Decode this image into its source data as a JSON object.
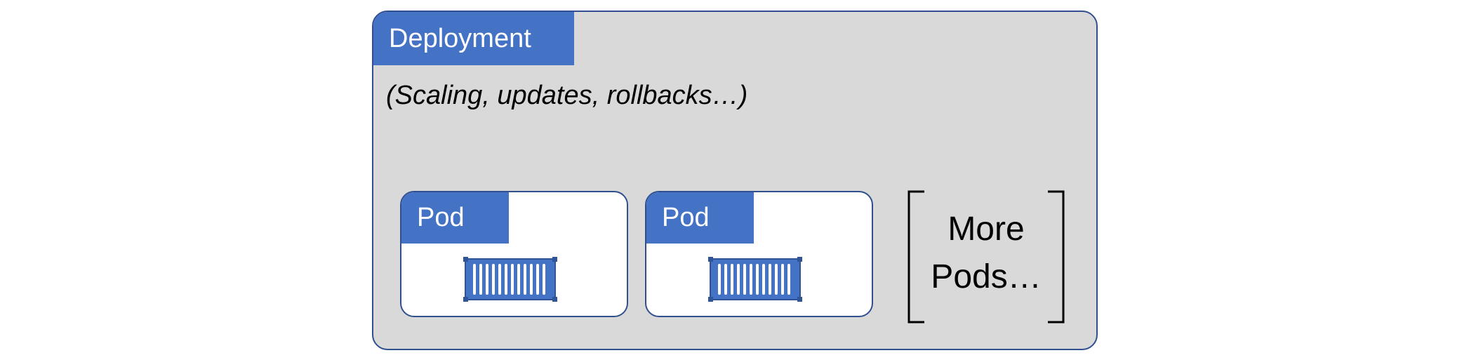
{
  "deployment": {
    "title": "Deployment",
    "subtitle": "(Scaling, updates, rollbacks…)"
  },
  "pods": [
    {
      "label": "Pod",
      "icon": "shipping-container-icon"
    },
    {
      "label": "Pod",
      "icon": "shipping-container-icon"
    }
  ],
  "more_pods": {
    "line1": "More",
    "line2": "Pods…"
  },
  "colors": {
    "accent": "#4472c4",
    "border": "#2f4f8f",
    "background": "#d9d9d9"
  }
}
